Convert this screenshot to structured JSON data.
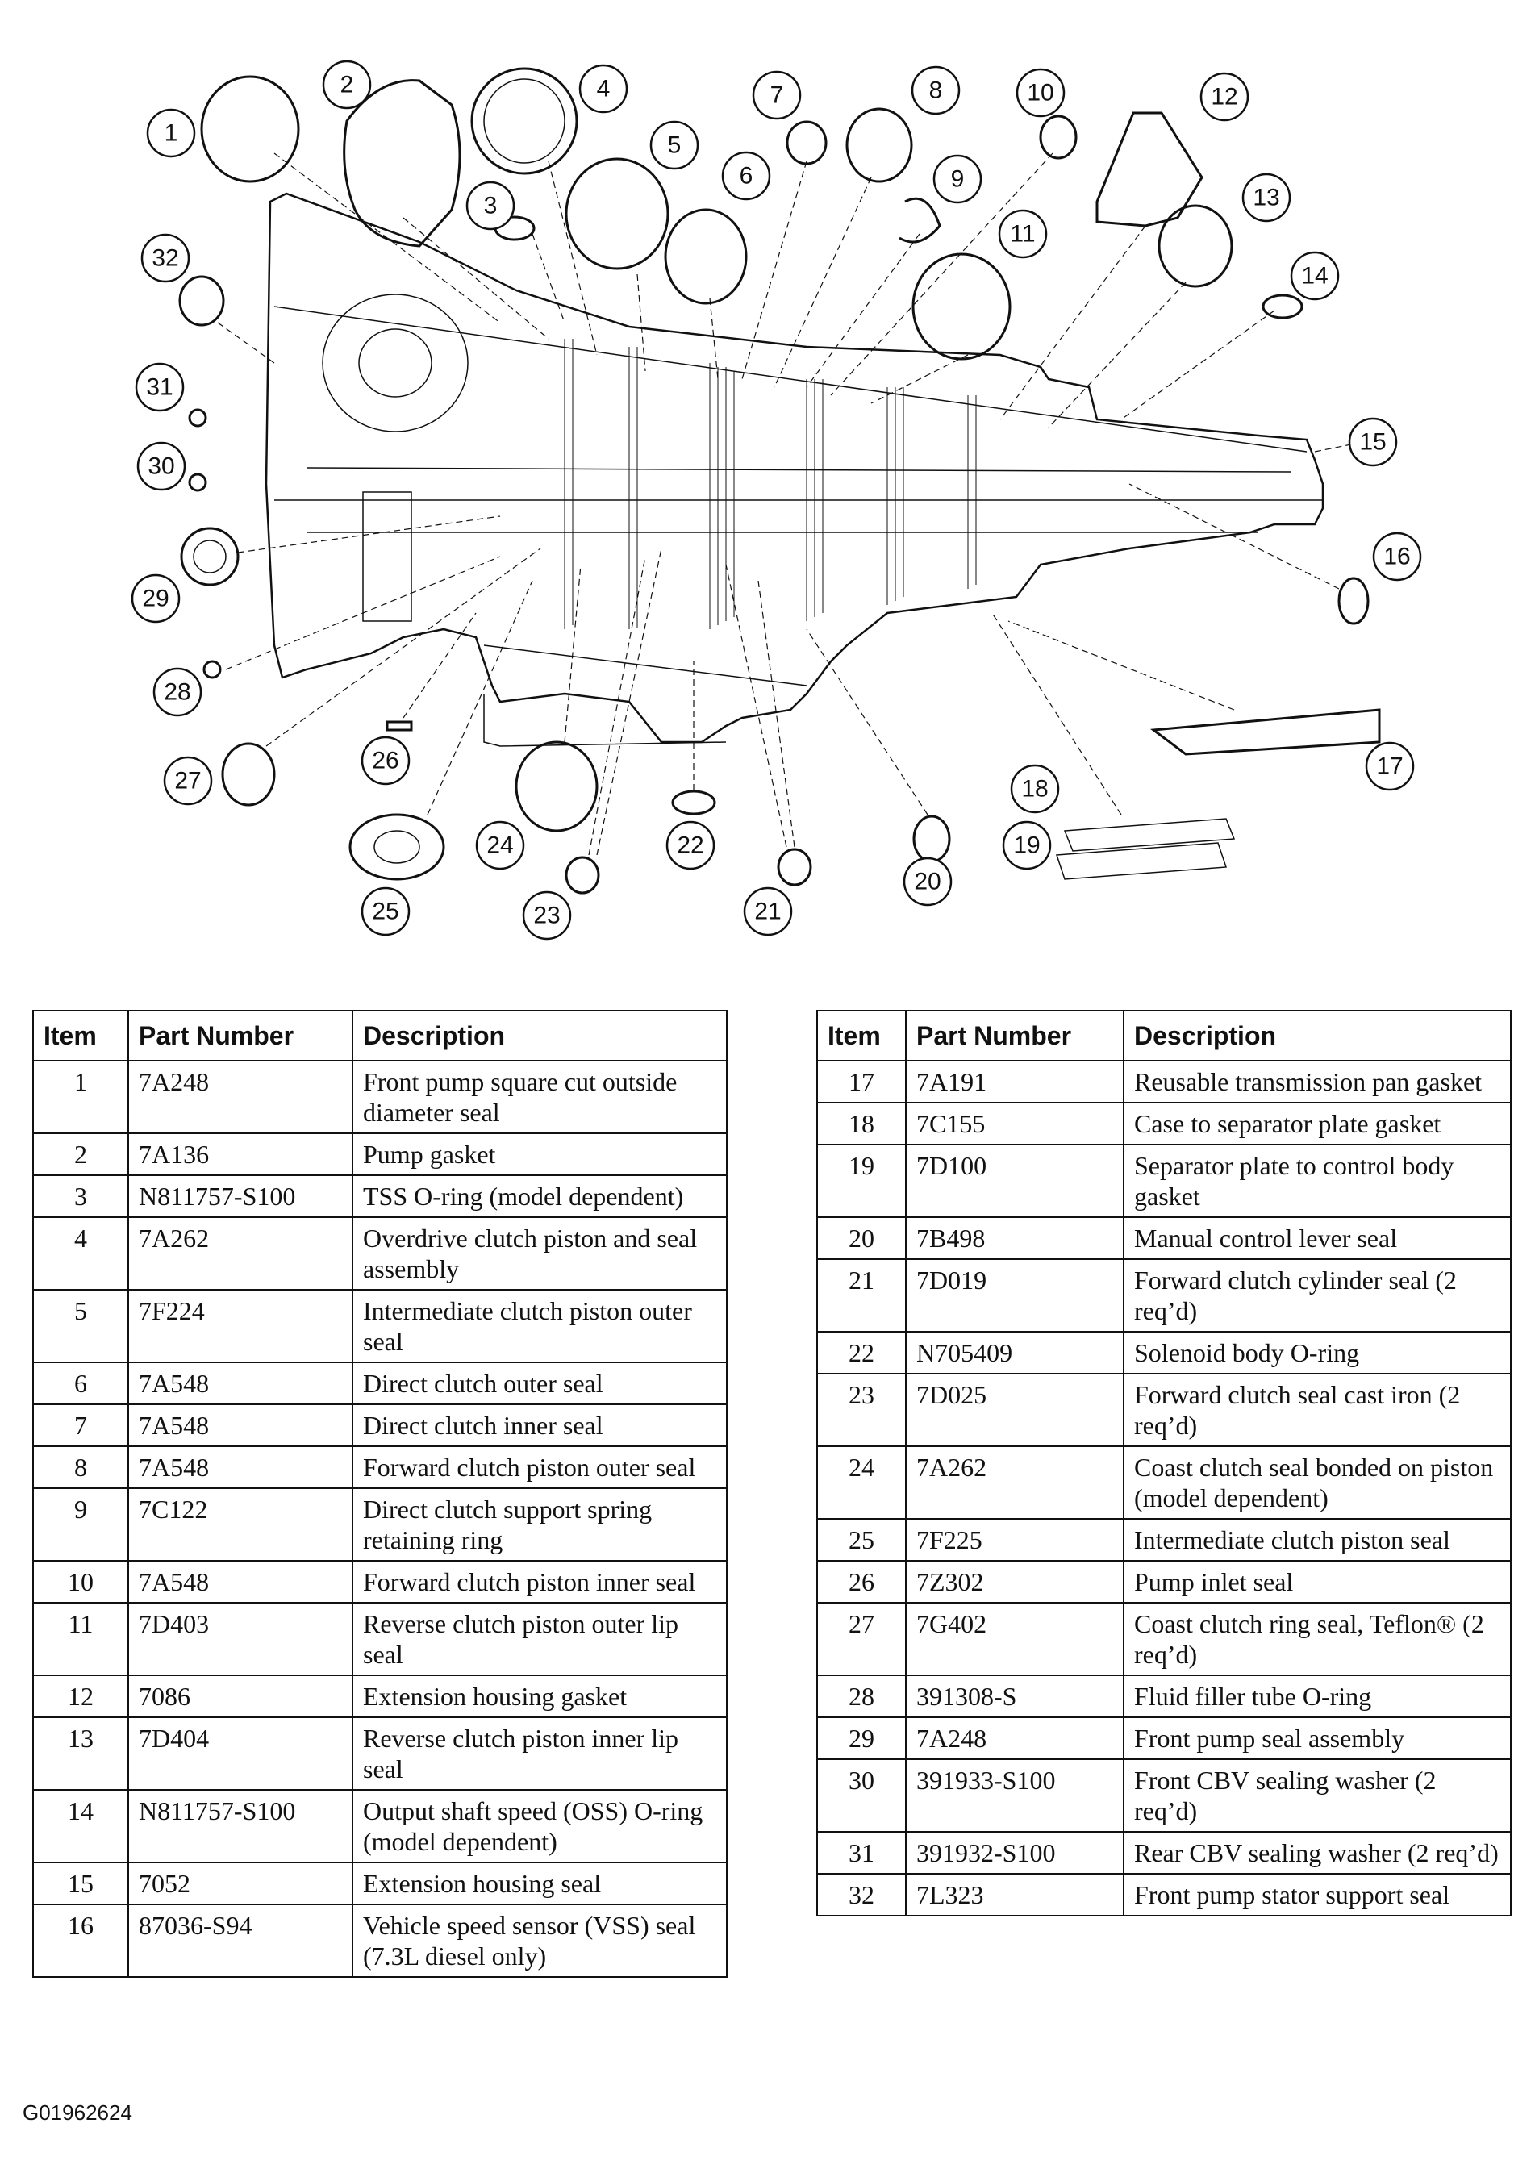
{
  "figure_code": "G01962624",
  "table_headers": {
    "item": "Item",
    "part_number": "Part Number",
    "description": "Description"
  },
  "callout_numbers": [
    "1",
    "2",
    "3",
    "4",
    "5",
    "6",
    "7",
    "8",
    "9",
    "10",
    "11",
    "12",
    "13",
    "14",
    "15",
    "16",
    "17",
    "18",
    "19",
    "20",
    "21",
    "22",
    "23",
    "24",
    "25",
    "26",
    "27",
    "28",
    "29",
    "30",
    "31",
    "32"
  ],
  "parts_left": [
    {
      "item": "1",
      "part_number": "7A248",
      "description": "Front pump square cut outside diameter seal"
    },
    {
      "item": "2",
      "part_number": "7A136",
      "description": "Pump gasket"
    },
    {
      "item": "3",
      "part_number": "N811757-S100",
      "description": "TSS O-ring (model dependent)"
    },
    {
      "item": "4",
      "part_number": "7A262",
      "description": "Overdrive clutch piston and seal assembly"
    },
    {
      "item": "5",
      "part_number": "7F224",
      "description": "Intermediate clutch piston outer seal"
    },
    {
      "item": "6",
      "part_number": "7A548",
      "description": "Direct clutch outer seal"
    },
    {
      "item": "7",
      "part_number": "7A548",
      "description": "Direct clutch inner seal"
    },
    {
      "item": "8",
      "part_number": "7A548",
      "description": "Forward clutch piston outer seal"
    },
    {
      "item": "9",
      "part_number": "7C122",
      "description": "Direct clutch support spring retaining ring"
    },
    {
      "item": "10",
      "part_number": "7A548",
      "description": "Forward clutch piston inner seal"
    },
    {
      "item": "11",
      "part_number": "7D403",
      "description": "Reverse clutch piston outer lip seal"
    },
    {
      "item": "12",
      "part_number": "7086",
      "description": "Extension housing gasket"
    },
    {
      "item": "13",
      "part_number": "7D404",
      "description": "Reverse clutch piston inner lip seal"
    },
    {
      "item": "14",
      "part_number": "N811757-S100",
      "description": "Output shaft speed (OSS) O-ring (model dependent)"
    },
    {
      "item": "15",
      "part_number": "7052",
      "description": "Extension housing seal"
    },
    {
      "item": "16",
      "part_number": "87036-S94",
      "description": "Vehicle speed sensor (VSS) seal (7.3L diesel only)"
    }
  ],
  "parts_right": [
    {
      "item": "17",
      "part_number": "7A191",
      "description": "Reusable transmission pan gasket"
    },
    {
      "item": "18",
      "part_number": "7C155",
      "description": "Case to separator plate gasket"
    },
    {
      "item": "19",
      "part_number": "7D100",
      "description": "Separator plate to control body gasket"
    },
    {
      "item": "20",
      "part_number": "7B498",
      "description": "Manual control lever seal"
    },
    {
      "item": "21",
      "part_number": "7D019",
      "description": "Forward clutch cylinder seal (2 req’d)"
    },
    {
      "item": "22",
      "part_number": "N705409",
      "description": "Solenoid body O-ring"
    },
    {
      "item": "23",
      "part_number": "7D025",
      "description": "Forward clutch seal cast iron (2 req’d)"
    },
    {
      "item": "24",
      "part_number": "7A262",
      "description": "Coast clutch seal bonded on piston (model dependent)"
    },
    {
      "item": "25",
      "part_number": "7F225",
      "description": "Intermediate clutch piston seal"
    },
    {
      "item": "26",
      "part_number": "7Z302",
      "description": "Pump inlet seal"
    },
    {
      "item": "27",
      "part_number": "7G402",
      "description": "Coast clutch ring seal, Teflon® (2 req’d)"
    },
    {
      "item": "28",
      "part_number": "391308-S",
      "description": "Fluid filler tube O-ring"
    },
    {
      "item": "29",
      "part_number": "7A248",
      "description": "Front pump seal assembly"
    },
    {
      "item": "30",
      "part_number": "391933-S100",
      "description": "Front CBV sealing washer (2 req’d)"
    },
    {
      "item": "31",
      "part_number": "391932-S100",
      "description": "Rear CBV sealing washer (2 req’d)"
    },
    {
      "item": "32",
      "part_number": "7L323",
      "description": "Front pump stator support seal"
    }
  ]
}
